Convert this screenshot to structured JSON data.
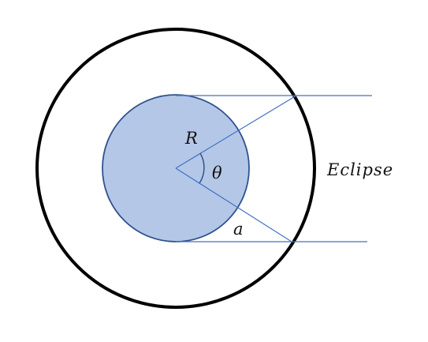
{
  "diagram": {
    "labels": {
      "radius": "R",
      "angle": "θ",
      "altitude": "a",
      "eclipse": "Eclipse"
    },
    "colors": {
      "planet_fill": "#b4c7e7",
      "planet_stroke": "#2f528f",
      "orbit_stroke": "#000000",
      "line_stroke": "#4472c4",
      "arc_stroke": "#2f528f"
    }
  }
}
